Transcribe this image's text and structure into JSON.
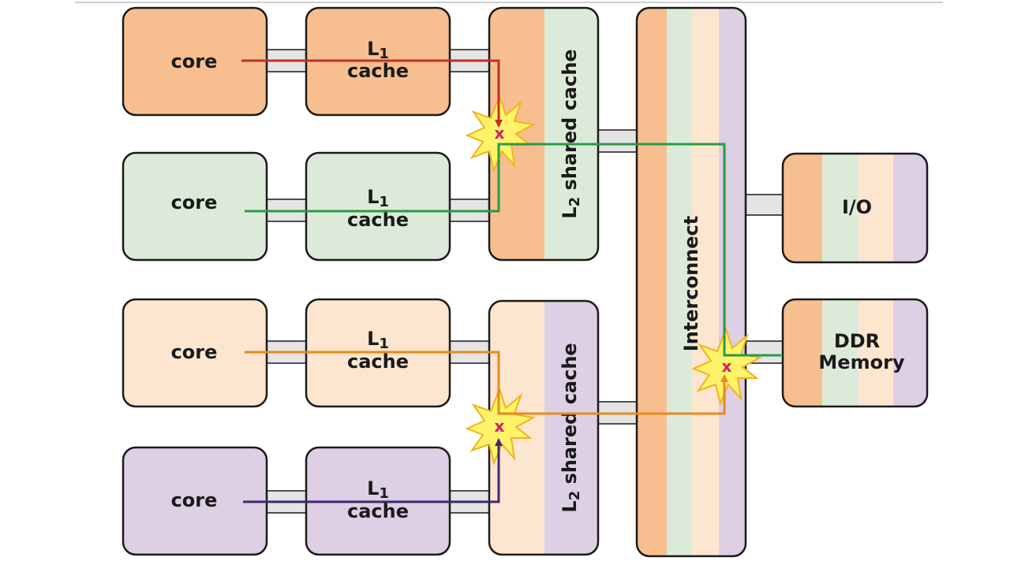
{
  "colors": {
    "orange": "#f7bf8f",
    "green": "#dcebd9",
    "peach": "#fde6cf",
    "purple": "#ddcfe4",
    "outline": "#1a1a1a",
    "bus_fill": "#e4e4e4",
    "burst_fill": "#fff36a",
    "burst_stroke": "#f2b21c",
    "conflict_mark": "#d0206a",
    "path_red": "#c0302a",
    "path_green": "#2a9a44",
    "path_orange": "#e58a1e",
    "path_purple": "#3a2a6e"
  },
  "cores": [
    {
      "label": "core",
      "color": "orange"
    },
    {
      "label": "core",
      "color": "green"
    },
    {
      "label": "core",
      "color": "peach"
    },
    {
      "label": "core",
      "color": "purple"
    }
  ],
  "l1": {
    "line1": "L",
    "sub": "1",
    "line2": "cache"
  },
  "l2": {
    "main": "L",
    "sub": "2",
    "rest": "shared cache"
  },
  "interconnect": {
    "label": "Interconnect"
  },
  "io": {
    "label": "I/O"
  },
  "ddr": {
    "line1": "DDR",
    "line2": "Memory"
  },
  "conflict": {
    "symbol": "x"
  }
}
